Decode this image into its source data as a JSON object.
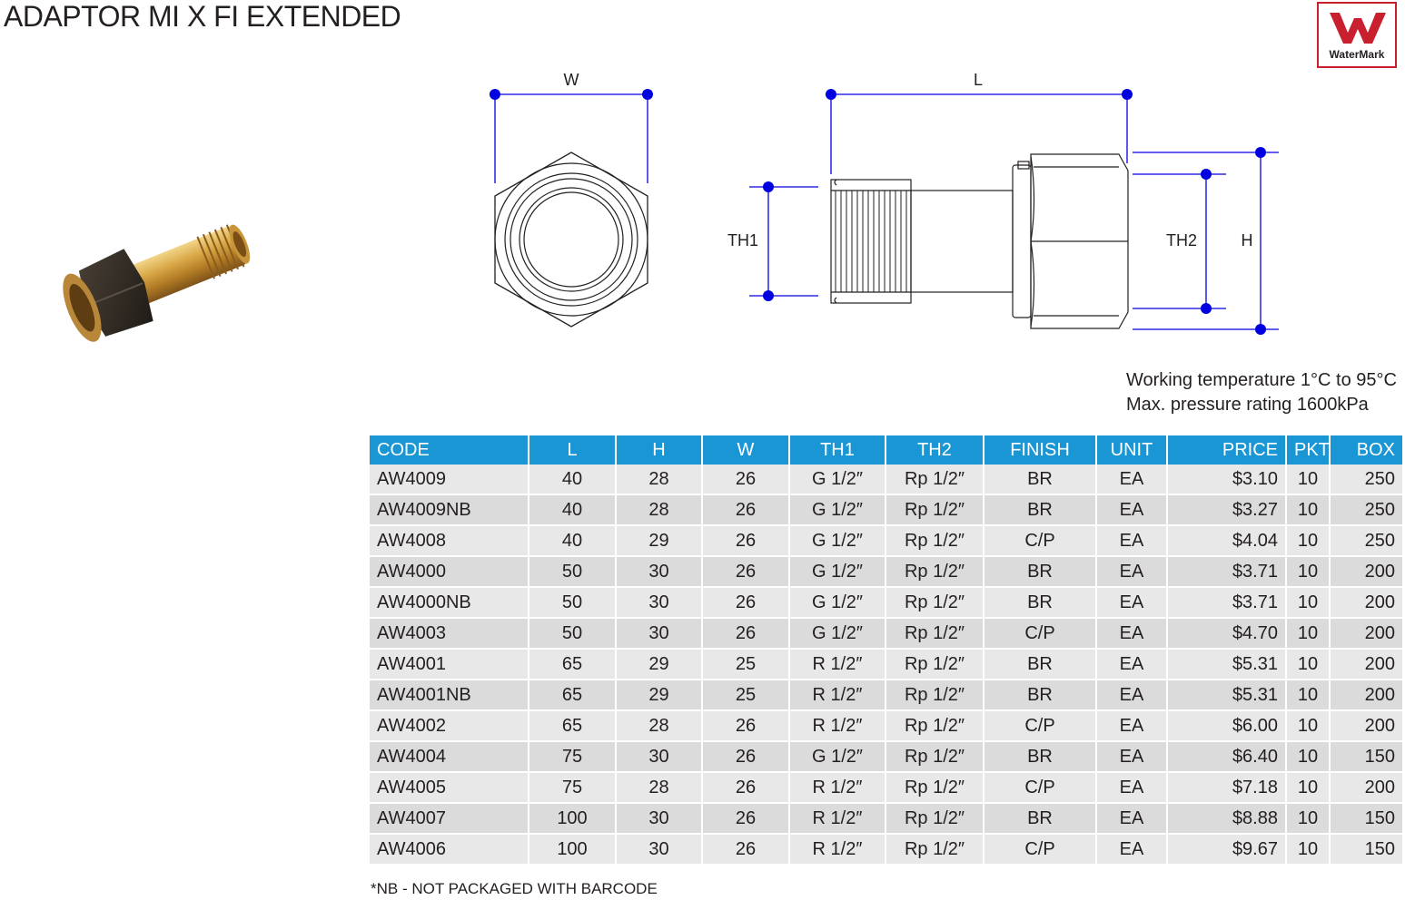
{
  "title": "ADAPTOR MI X FI EXTENDED",
  "logo": {
    "text": "WaterMark",
    "color": "#c8202e"
  },
  "drawing": {
    "labels": {
      "w": "W",
      "l": "L",
      "th1": "TH1",
      "th2": "TH2",
      "h": "H"
    },
    "dimension_color": "#0000e0"
  },
  "specs": {
    "temperature": "Working temperature 1°C to 95°C",
    "pressure": "Max. pressure rating 1600kPa"
  },
  "table": {
    "header_color": "#1b96d4",
    "columns": [
      "CODE",
      "L",
      "H",
      "W",
      "TH1",
      "TH2",
      "FINISH",
      "UNIT",
      "PRICE",
      "PKT",
      "BOX"
    ],
    "rows": [
      [
        "AW4009",
        "40",
        "28",
        "26",
        "G 1/2″",
        "Rp 1/2″",
        "BR",
        "EA",
        "$3.10",
        "10",
        "250"
      ],
      [
        "AW4009NB",
        "40",
        "28",
        "26",
        "G 1/2″",
        "Rp 1/2″",
        "BR",
        "EA",
        "$3.27",
        "10",
        "250"
      ],
      [
        "AW4008",
        "40",
        "29",
        "26",
        "G 1/2″",
        "Rp 1/2″",
        "C/P",
        "EA",
        "$4.04",
        "10",
        "250"
      ],
      [
        "AW4000",
        "50",
        "30",
        "26",
        "G 1/2″",
        "Rp 1/2″",
        "BR",
        "EA",
        "$3.71",
        "10",
        "200"
      ],
      [
        "AW4000NB",
        "50",
        "30",
        "26",
        "G 1/2″",
        "Rp 1/2″",
        "BR",
        "EA",
        "$3.71",
        "10",
        "200"
      ],
      [
        "AW4003",
        "50",
        "30",
        "26",
        "G 1/2″",
        "Rp 1/2″",
        "C/P",
        "EA",
        "$4.70",
        "10",
        "200"
      ],
      [
        "AW4001",
        "65",
        "29",
        "25",
        "R 1/2″",
        "Rp 1/2″",
        "BR",
        "EA",
        "$5.31",
        "10",
        "200"
      ],
      [
        "AW4001NB",
        "65",
        "29",
        "25",
        "R 1/2″",
        "Rp 1/2″",
        "BR",
        "EA",
        "$5.31",
        "10",
        "200"
      ],
      [
        "AW4002",
        "65",
        "28",
        "26",
        "R 1/2″",
        "Rp 1/2″",
        "C/P",
        "EA",
        "$6.00",
        "10",
        "200"
      ],
      [
        "AW4004",
        "75",
        "30",
        "26",
        "G 1/2″",
        "Rp 1/2″",
        "BR",
        "EA",
        "$6.40",
        "10",
        "150"
      ],
      [
        "AW4005",
        "75",
        "28",
        "26",
        "R 1/2″",
        "Rp 1/2″",
        "C/P",
        "EA",
        "$7.18",
        "10",
        "200"
      ],
      [
        "AW4007",
        "100",
        "30",
        "26",
        "R 1/2″",
        "Rp 1/2″",
        "BR",
        "EA",
        "$8.88",
        "10",
        "150"
      ],
      [
        "AW4006",
        "100",
        "30",
        "26",
        "R 1/2″",
        "Rp 1/2″",
        "C/P",
        "EA",
        "$9.67",
        "10",
        "150"
      ]
    ]
  },
  "footnote": "*NB - NOT PACKAGED WITH BARCODE"
}
